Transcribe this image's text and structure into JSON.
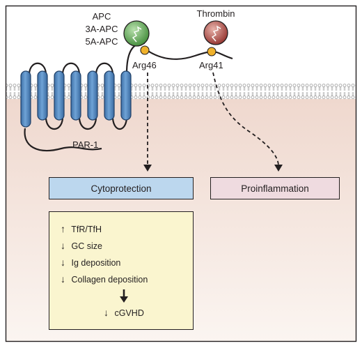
{
  "enzymes": {
    "apc_variants": [
      "APC",
      "3A-APC",
      "5A-APC"
    ],
    "thrombin": "Thrombin"
  },
  "cleavage_sites": {
    "apc_site": "Arg46",
    "thrombin_site": "Arg41"
  },
  "receptor_label": "PAR-1",
  "outcomes": {
    "cytoprotection": "Cytoprotection",
    "proinflammation": "Proinflammation"
  },
  "effects": [
    {
      "arrow": "↑",
      "text": "TfR/TfH"
    },
    {
      "arrow": "↓",
      "text": "GC size"
    },
    {
      "arrow": "↓",
      "text": "Ig deposition"
    },
    {
      "arrow": "↓",
      "text": "Collagen deposition"
    }
  ],
  "result": {
    "arrow": "↓",
    "text": "cGVHD"
  },
  "colors": {
    "apc_enzyme": "#4f9a45",
    "thrombin_enzyme": "#a23a35",
    "receptor_helix": "#4f86bf",
    "cleavage_dot": "#f0b22c",
    "cytoplasm": "#f3e4dc",
    "cytoprotection_box": "#bcd7ee",
    "proinflammation_box": "#efdbe0",
    "effects_box": "#faf5cf"
  }
}
